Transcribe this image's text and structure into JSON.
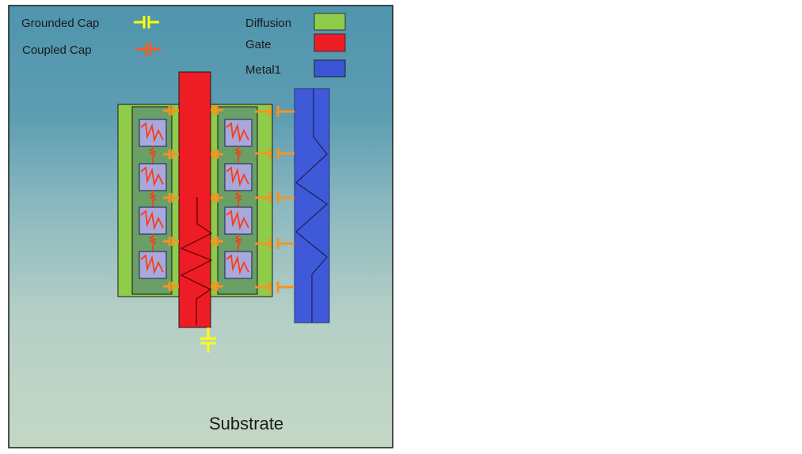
{
  "diagram": {
    "title_label": "Substrate",
    "legend": {
      "capacitors": [
        {
          "label": "Grounded Cap",
          "icon": "grounded-capacitor-icon",
          "color": "#ffff00"
        },
        {
          "label": "Coupled Cap",
          "icon": "coupled-capacitor-icon",
          "color": "#ff5a1a"
        }
      ],
      "layers": [
        {
          "label": "Diffusion",
          "color": "#8fcc4a"
        },
        {
          "label": "Gate",
          "color": "#ee1c24"
        },
        {
          "label": "Metal1",
          "color": "#3a55d6"
        }
      ]
    },
    "colors": {
      "background_top": "#4f95ad",
      "background_bottom": "#c4d7c5",
      "diffusion": "#8fcc4a",
      "diffusion_inner": "#6a9f68",
      "contact": "#a8a8dc",
      "gate": "#ee1c24",
      "metal1": "#3f5ad8",
      "resistor": "#ff3a10",
      "coupled_cap": "#f7931e",
      "grounded_cap": "#ffff00"
    },
    "contacts_per_column": 4,
    "coupled_caps_per_side": 5
  }
}
